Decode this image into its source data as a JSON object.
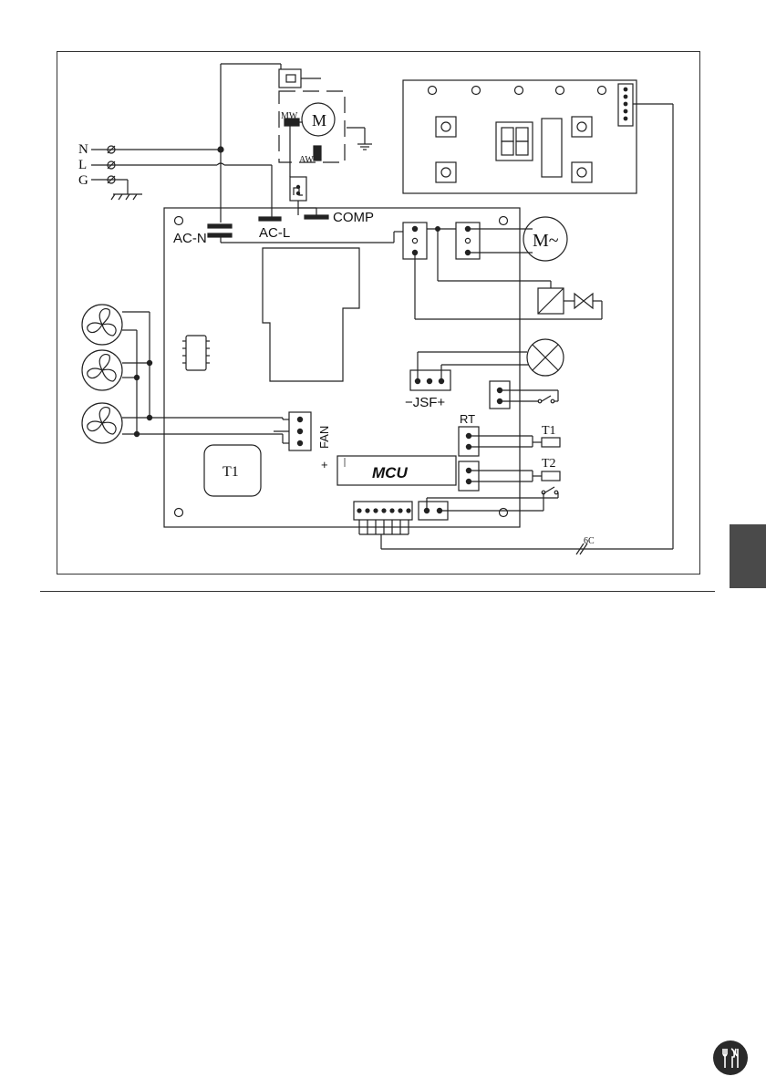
{
  "terminals": {
    "n": "N",
    "l": "L",
    "g": "G"
  },
  "labels": {
    "ac_n": "AC-N",
    "ac_l": "AC-L",
    "comp": "COMP",
    "mw": "MW",
    "aw": "AW",
    "motor_m": "M",
    "pump_motor": "M~",
    "jsf": "−JSF+",
    "fan": "FAN",
    "rt": "RT",
    "t1_sensor": "T1",
    "t2_sensor": "T2",
    "mcu": "MCU",
    "transformer": "T1",
    "plus": "+",
    "cable": "6C"
  }
}
